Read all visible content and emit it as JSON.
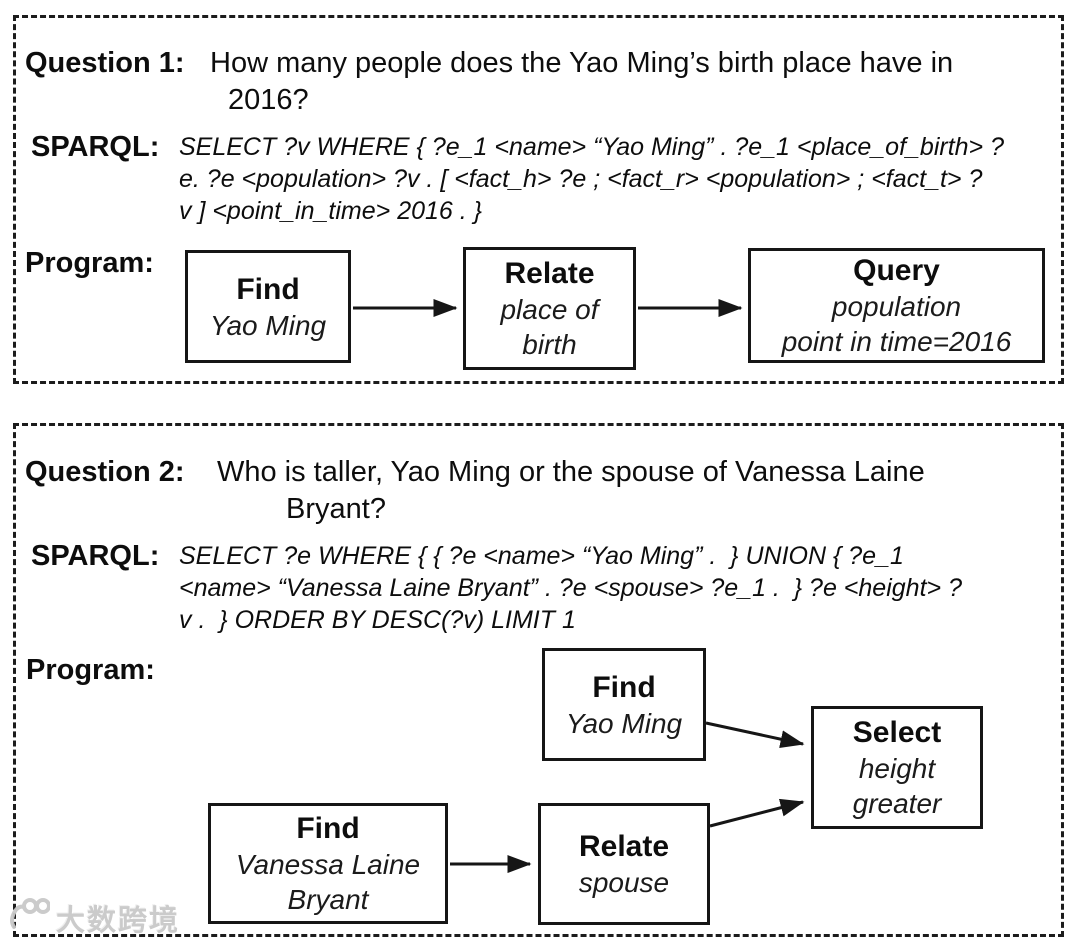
{
  "panel1": {
    "question_label": "Question 1:",
    "question_lines": [
      "How many people does the Yao Ming’s birth place have in",
      "2016?"
    ],
    "sparql_label": "SPARQL:",
    "sparql_text": "SELECT ?v WHERE { ?e_1 <name> “Yao Ming” . ?e_1 <place_of_birth> ?\ne. ?e <population> ?v . [ <fact_h> ?e ; <fact_r> <population> ; <fact_t> ?\nv ] <point_in_time> 2016 . }",
    "program_label": "Program:",
    "nodes": [
      {
        "function": "Find",
        "args": "Yao Ming"
      },
      {
        "function": "Relate",
        "args": "place of\nbirth"
      },
      {
        "function": "Query",
        "args": "population\npoint in time=2016"
      }
    ]
  },
  "panel2": {
    "question_label": "Question 2:",
    "question_lines": [
      "Who is taller, Yao Ming or the spouse of Vanessa Laine",
      "Bryant?"
    ],
    "sparql_label": "SPARQL:",
    "sparql_text": "SELECT ?e WHERE { { ?e <name> “Yao Ming” .  } UNION { ?e_1\n<name> “Vanessa Laine Bryant” . ?e <spouse> ?e_1 .  } ?e <height> ?\nv .  } ORDER BY DESC(?v) LIMIT 1",
    "program_label": "Program:",
    "nodes": [
      {
        "function": "Find",
        "args": "Yao Ming"
      },
      {
        "function": "Select",
        "args": "height\ngreater"
      },
      {
        "function": "Find",
        "args": "Vanessa Laine\nBryant"
      },
      {
        "function": "Relate",
        "args": "spouse"
      }
    ]
  },
  "watermark": {
    "text": "大数跨境"
  },
  "colors": {
    "ink": "#161616",
    "background": "#ffffff",
    "watermark": "#c9c9c9"
  }
}
